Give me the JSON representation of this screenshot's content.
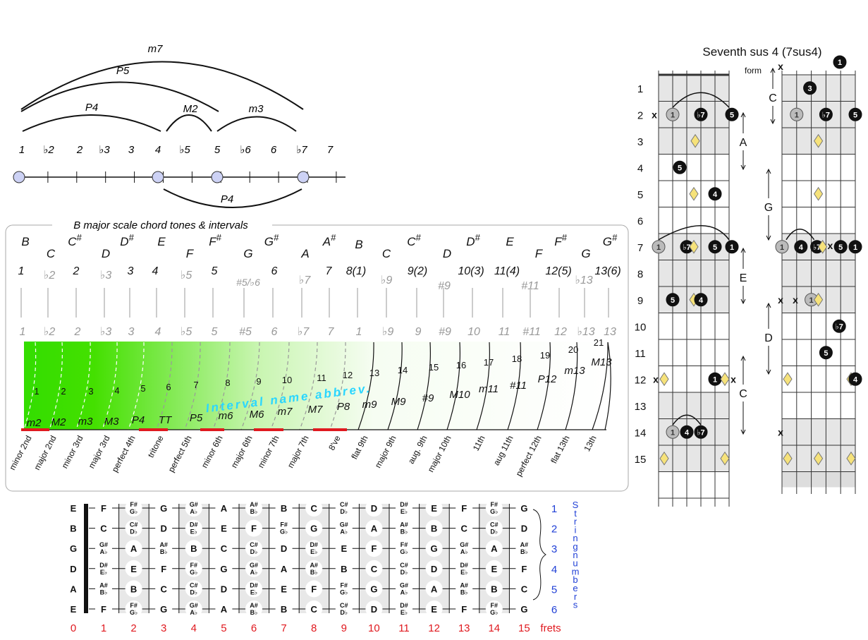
{
  "top_scale": {
    "degrees": [
      "1",
      "♭2",
      "2",
      "♭3",
      "3",
      "4",
      "♭5",
      "5",
      "♭6",
      "6",
      "♭7",
      "7"
    ],
    "upper_arcs": [
      "m7",
      "P5",
      "P4",
      "M2",
      "m3"
    ],
    "lower_arc": "P4"
  },
  "panel": {
    "title": "B major scale chord tones & intervals",
    "notes": [
      "B",
      "C",
      "C#",
      "D",
      "D#",
      "E",
      "F",
      "F#",
      "G",
      "G#",
      "A",
      "A#",
      "B",
      "C",
      "C#",
      "D",
      "D#",
      "E",
      "F",
      "F#",
      "G",
      "G#"
    ],
    "scale_numbers": [
      "1",
      "♭2",
      "2",
      "♭3",
      "3",
      "4",
      "♭5",
      "5",
      "#5/♭6",
      "6",
      "♭7",
      "7",
      "8(1)",
      "♭9",
      "9(2)",
      "#9",
      "10(3)",
      "11(4)",
      "#11",
      "12(5)",
      "♭13",
      "13(6)"
    ],
    "degree_row": [
      "1",
      "♭2",
      "2",
      "♭3",
      "3",
      "4",
      "♭5",
      "5",
      "#5",
      "6",
      "♭7",
      "7",
      "1",
      "♭9",
      "9",
      "#9",
      "10",
      "11",
      "#11",
      "12",
      "♭13",
      "13"
    ],
    "semitones": [
      "1",
      "2",
      "3",
      "4",
      "5",
      "6",
      "7",
      "8",
      "9",
      "10",
      "11",
      "12",
      "13",
      "14",
      "15",
      "16",
      "17",
      "18",
      "19",
      "20",
      "21"
    ],
    "abbrevs": [
      "m2",
      "M2",
      "m3",
      "M3",
      "P4",
      "TT",
      "P5",
      "m6",
      "M6",
      "m7",
      "M7",
      "P8",
      "m9",
      "M9",
      "#9",
      "M10",
      "m11",
      "#11",
      "P12",
      "m13",
      "M13"
    ],
    "banner": "Interval name abbrev.",
    "names": [
      "minor 2nd",
      "major 2nd",
      "minor 3rd",
      "major 3rd",
      "perfect 4th",
      "tritone",
      "perfect 5th",
      "minor 6th",
      "major 6th",
      "minor 7th",
      "major 7th",
      "8've",
      "flat 9th",
      "major 9th",
      "aug. 9th",
      "major 10th",
      "11th",
      "aug 11th",
      "perfect 12th",
      "flat 13th",
      "13th"
    ]
  },
  "chord": {
    "title": "Seventh sus 4 (7sus4)",
    "form_label": "form",
    "fret_numbers": [
      "1",
      "2",
      "3",
      "4",
      "5",
      "6",
      "7",
      "8",
      "9",
      "10",
      "11",
      "12",
      "13",
      "14",
      "15"
    ],
    "left_forms": [
      "A",
      "E",
      "C"
    ],
    "right_forms": [
      "C",
      "G",
      "D"
    ]
  },
  "fretboard": {
    "open_strings": [
      "E",
      "B",
      "G",
      "D",
      "A",
      "E"
    ],
    "rows": [
      [
        "F",
        "F#/G♭",
        "G",
        "G#/A♭",
        "A",
        "A#/B♭",
        "B",
        "C",
        "C#/D♭",
        "D",
        "D#/E♭",
        "E",
        "F",
        "F#/G♭",
        "G"
      ],
      [
        "C",
        "C#/D♭",
        "D",
        "D#/E♭",
        "E",
        "F",
        "F#/G♭",
        "G",
        "G#/A♭",
        "A",
        "A#/B♭",
        "B",
        "C",
        "C#/D♭",
        "D"
      ],
      [
        "G#/A♭",
        "A",
        "A#/B♭",
        "B",
        "C",
        "C#/D♭",
        "D",
        "D#/E♭",
        "E",
        "F",
        "F#/G♭",
        "G",
        "G#/A♭",
        "A",
        "A#/B♭"
      ],
      [
        "D#/E♭",
        "E",
        "F",
        "F#/G♭",
        "G",
        "G#/A♭",
        "A",
        "A#/B♭",
        "B",
        "C",
        "C#/D♭",
        "D",
        "D#/E♭",
        "E",
        "F"
      ],
      [
        "A#/B♭",
        "B",
        "C",
        "C#/D♭",
        "D",
        "D#/E♭",
        "E",
        "F",
        "F#/G♭",
        "G",
        "G#/A♭",
        "A",
        "A#/B♭",
        "B",
        "C"
      ],
      [
        "F",
        "F#/G♭",
        "G",
        "G#/A♭",
        "A",
        "A#/B♭",
        "B",
        "C",
        "C#/D♭",
        "D",
        "D#/E♭",
        "E",
        "F",
        "F#/G♭",
        "G"
      ]
    ],
    "string_numbers": [
      "1",
      "2",
      "3",
      "4",
      "5",
      "6"
    ],
    "string_numbers_label": "String numbers",
    "fret_labels": [
      "0",
      "1",
      "2",
      "3",
      "4",
      "5",
      "6",
      "7",
      "8",
      "9",
      "10",
      "11",
      "12",
      "13",
      "14",
      "15"
    ],
    "frets_label": "frets"
  }
}
